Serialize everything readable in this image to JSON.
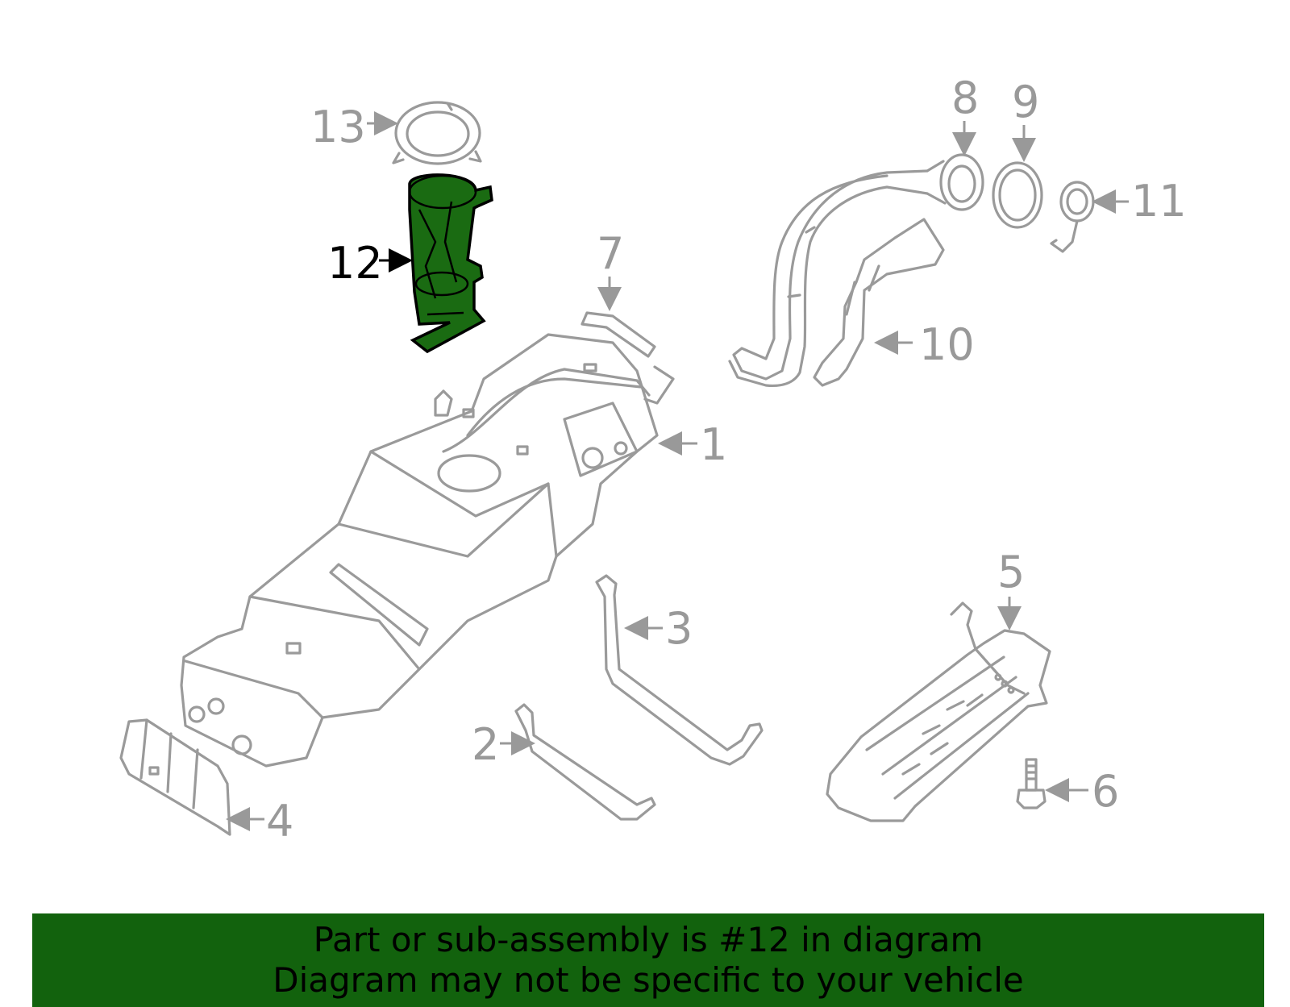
{
  "colors": {
    "highlight_fill": "#1a6b12",
    "highlight_stroke": "#000000",
    "part_stroke": "#9a9a9a",
    "banner_bg": "#12620d",
    "callout_gray": "#999999",
    "callout_highlight": "#000000"
  },
  "callouts": {
    "c1": "1",
    "c2": "2",
    "c3": "3",
    "c4": "4",
    "c5": "5",
    "c6": "6",
    "c7": "7",
    "c8": "8",
    "c9": "9",
    "c10": "10",
    "c11": "11",
    "c12": "12",
    "c13": "13"
  },
  "highlighted_part": "12",
  "banner": {
    "line1": "Part or sub-assembly is #12 in diagram",
    "line2": "Diagram may not be specific to your vehicle"
  }
}
